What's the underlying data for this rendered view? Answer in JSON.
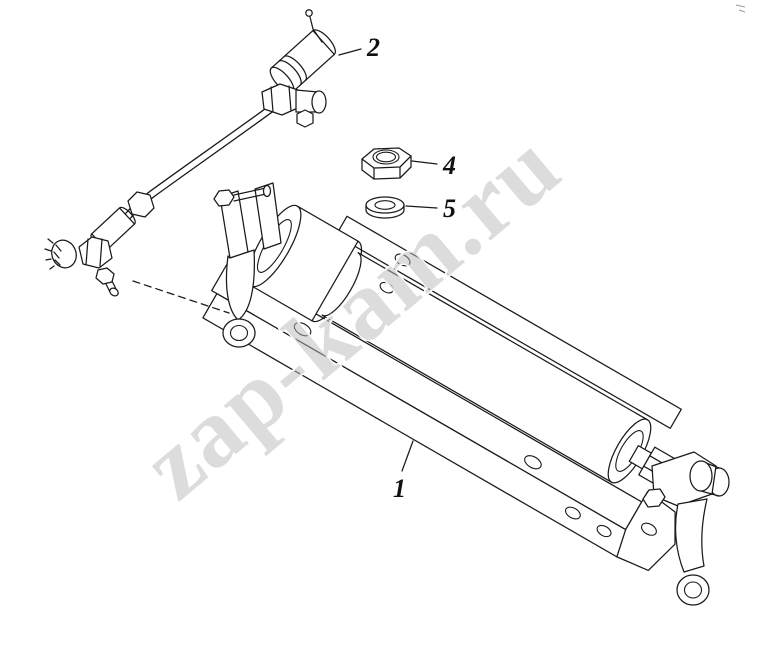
{
  "page": {
    "background": "#ffffff"
  },
  "watermark": {
    "text": "zap-kam.ru",
    "color": "#b9b9b9"
  },
  "callouts": {
    "cylinder": {
      "label": "1"
    },
    "hose": {
      "label": "2"
    },
    "nut": {
      "label": "4"
    },
    "washer": {
      "label": "5"
    }
  },
  "colors": {
    "line": "#1a1a1a",
    "background": "#ffffff"
  }
}
